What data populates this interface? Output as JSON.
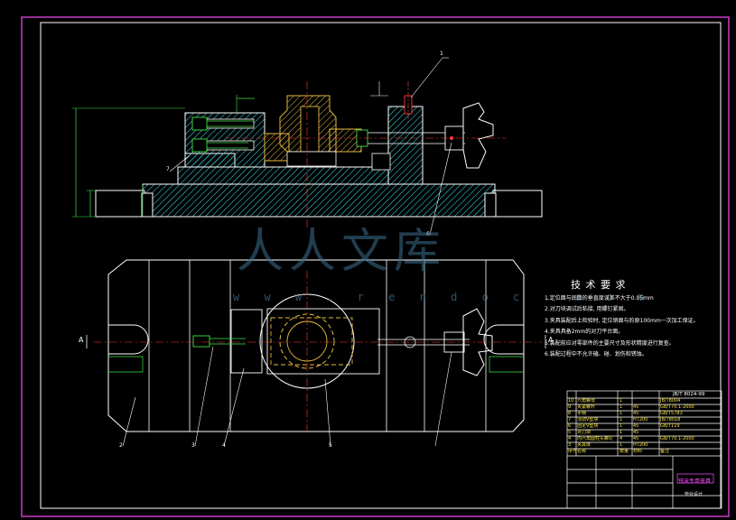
{
  "watermark": {
    "brand": "人人文库",
    "url": "w w w . r e n d o c . c o m"
  },
  "tech_requirements": {
    "title": "技 术 要 求",
    "items": [
      "1.定位面与底面的垂直度误差不大于0.05mm",
      "2.对刀块调试后粘接, 用螺钉紧固。",
      "3.夹具装配后上检验时, 定位销面与的原100mm一次加工保证。",
      "4.夹具具备2mm的对刀平台面。",
      "5.装配前应对零部件的主要尺寸及形状精度进行复查。",
      "6.装配过程中不允许磕、碰、划伤和锈蚀。"
    ]
  },
  "callouts": [
    "1",
    "2",
    "3",
    "4",
    "5",
    "6",
    "7"
  ],
  "section_marks": [
    "A",
    "A"
  ],
  "bom": {
    "header_right": "JB/T 8024-99",
    "rows": [
      {
        "no": "10",
        "name": "六角螺母",
        "qty": "1",
        "mat": "",
        "std": "JB/T8004"
      },
      {
        "no": "9",
        "name": "夹紧螺杆",
        "qty": "1",
        "mat": "45",
        "std": "GB/T70.1-2000"
      },
      {
        "no": "8",
        "name": "手柄",
        "qty": "1",
        "mat": "45",
        "std": "GB/T5783"
      },
      {
        "no": "7",
        "name": "活动V型块",
        "qty": "1",
        "mat": "HT200",
        "std": "JB/T8018"
      },
      {
        "no": "6",
        "name": "固定V型块",
        "qty": "1",
        "mat": "45",
        "std": "GB/T119"
      },
      {
        "no": "5",
        "name": "对刀块",
        "qty": "1",
        "mat": "45",
        "std": ""
      },
      {
        "no": "4",
        "name": "内六角圆柱头螺钉",
        "qty": "4",
        "mat": "45",
        "std": "GB/T70.1-2000"
      },
      {
        "no": "3",
        "name": "夹具体",
        "qty": "1",
        "mat": "HT200",
        "std": ""
      },
      {
        "no": "序号",
        "name": "名称",
        "qty": "数量",
        "mat": "材料",
        "std": "备注"
      }
    ]
  },
  "title_block": {
    "drawing_name": "铣床专用夹具",
    "school": "毕业设计"
  }
}
